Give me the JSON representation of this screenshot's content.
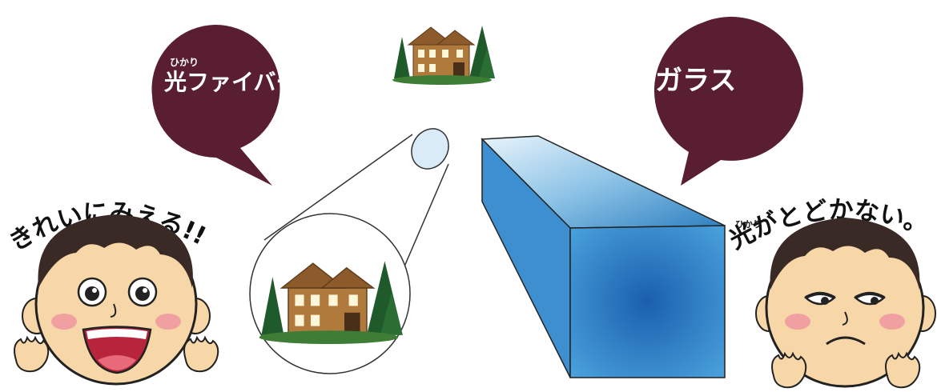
{
  "left_bubble": {
    "ruby": "ひかり",
    "label": "光ファイバー"
  },
  "right_bubble": {
    "label": "ガラス"
  },
  "left_caption": {
    "text": "きれいにみえる!!"
  },
  "right_caption": {
    "ruby": "ひかり",
    "text": "光がとどかない。"
  },
  "colors": {
    "bubble": "#5a1e33",
    "glass_light": "#a9d4ee",
    "glass_dark": "#1f6fb5",
    "skin": "#f7d7a8",
    "hair": "#3a2a26",
    "cheek": "#f0a0a0",
    "house": "#b07a3c",
    "tree": "#1f5a2a"
  }
}
